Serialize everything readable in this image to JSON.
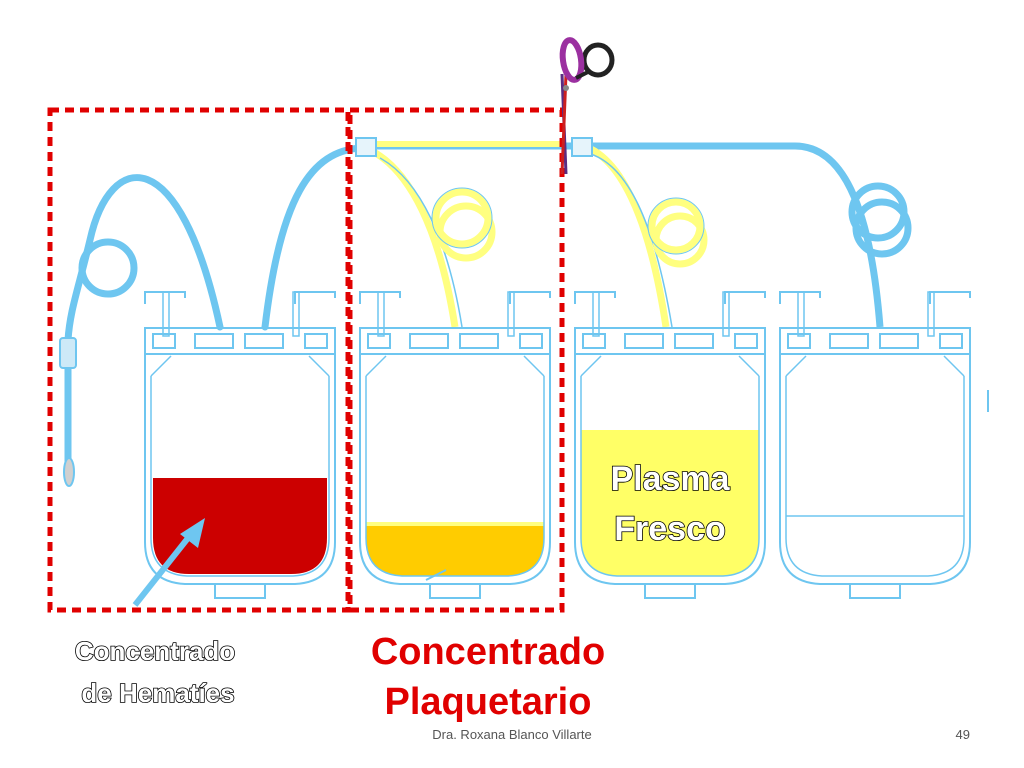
{
  "labels": {
    "red_cells_line1": "Concentrado",
    "red_cells_line2": "de Hematíes",
    "platelets_line1": "Concentrado",
    "platelets_line2": "Plaquetario",
    "plasma_line1": "Plasma",
    "plasma_line2": "Fresco"
  },
  "footer": {
    "author": "Dra. Roxana Blanco Villarte",
    "page": "49"
  },
  "colors": {
    "tube_blue": "#6ec6f0",
    "tube_yellow": "#ffff80",
    "red_cells": "#cc0000",
    "platelets": "#ffcc00",
    "plasma": "#ffff66",
    "highlight_box": "#e00000",
    "arrow": "#6ec6f0"
  },
  "icons": {
    "scissors": "scissors-icon"
  }
}
